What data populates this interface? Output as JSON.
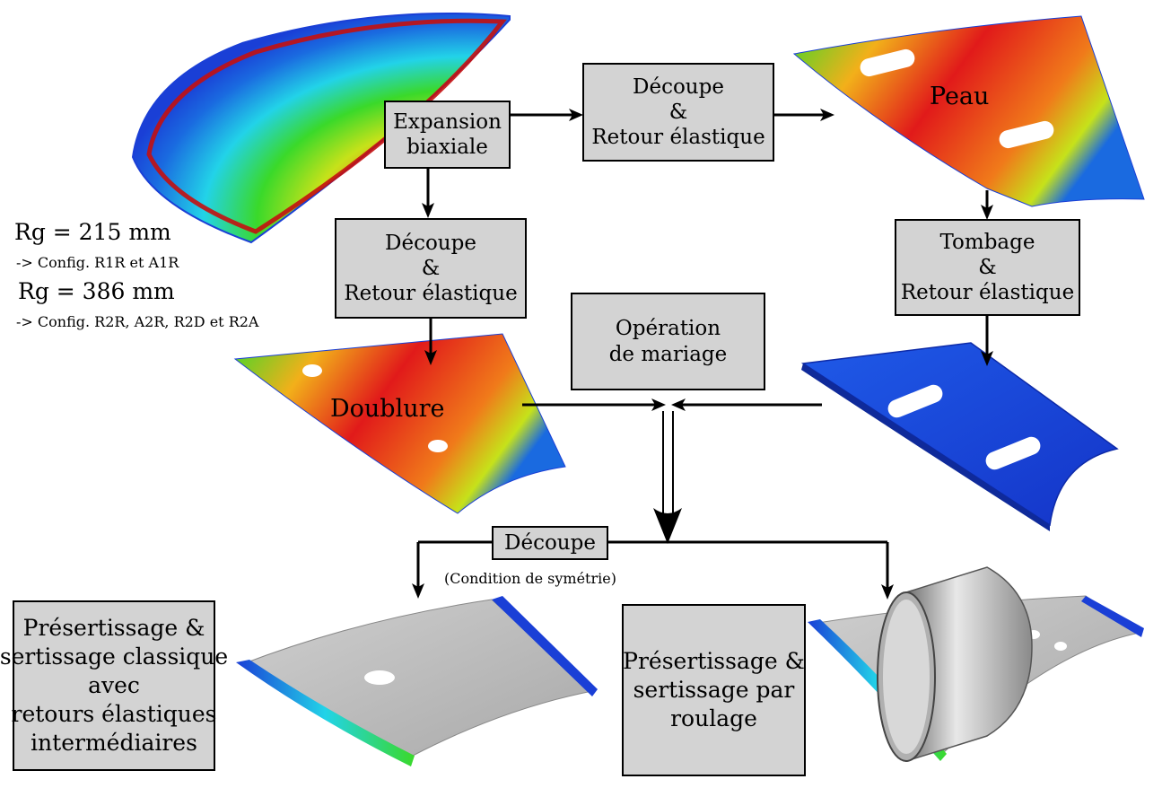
{
  "process_boxes": {
    "expansion": {
      "line1": "Expansion",
      "line2": "biaxiale"
    },
    "decoupe_top": {
      "line1": "Découpe",
      "line2": "&",
      "line3": "Retour élastique"
    },
    "decoupe_left": {
      "line1": "Découpe",
      "line2": "&",
      "line3": "Retour élastique"
    },
    "tombage": {
      "line1": "Tombage",
      "line2": "&",
      "line3": "Retour élastique"
    },
    "mariage": {
      "line1": "Opération",
      "line2": "de mariage"
    },
    "decoupe_bottom": {
      "line1": "Découpe"
    },
    "sertissage_classique": {
      "line1": "Présertissage &",
      "line2": "sertissage classique",
      "line3": "avec",
      "line4": "retours élastiques",
      "line5": "intermédiaires"
    },
    "sertissage_roulage": {
      "line1": "Présertissage &",
      "line2": "sertissage par",
      "line3": "roulage"
    }
  },
  "labels": {
    "rg1": "Rg = 215 mm",
    "cfg1": "-> Config. R1R et A1R",
    "rg2": "Rg = 386 mm",
    "cfg2": "-> Config. R2R, A2R, R2D et R2A",
    "peau": "Peau",
    "doublure": "Doublure",
    "symmetry": "(Condition de symétrie)"
  },
  "colors": {
    "box_fill": "#d3d3d3",
    "contour_blue": "#1a3fd6",
    "contour_cyan": "#22d3e8",
    "contour_green": "#3ad92a",
    "contour_yellow": "#f2e61a",
    "contour_red": "#e11a1a",
    "part_grey": "#b9b9b9"
  },
  "icons": {
    "arrow": "arrow-head-icon",
    "double_arrow": "double-arrow-icon"
  }
}
